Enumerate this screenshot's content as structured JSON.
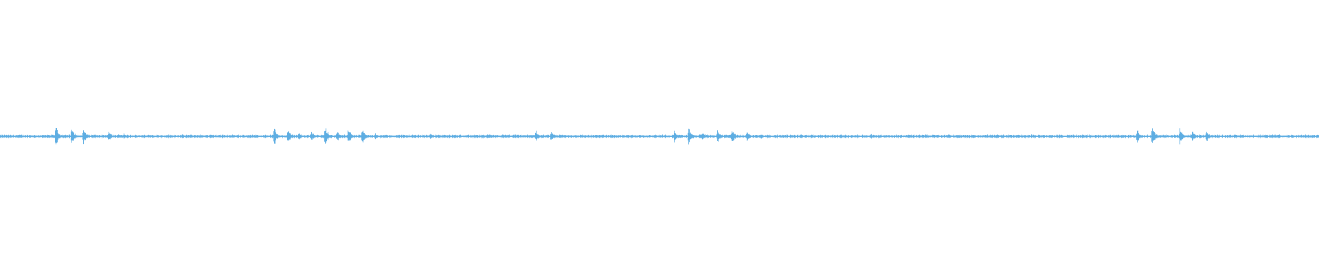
{
  "chart_data": {
    "type": "line",
    "title": "",
    "xlabel": "",
    "ylabel": "",
    "ylim": [
      -1,
      1
    ],
    "grid": false,
    "legend": "none",
    "color": "#5dade2",
    "background": "#ffffff",
    "baseline_amplitude": 0.012,
    "time_range": [
      0,
      1920
    ],
    "bursts": [
      {
        "t": 81,
        "amp": 0.11
      },
      {
        "t": 104,
        "amp": 0.1
      },
      {
        "t": 121,
        "amp": 0.08
      },
      {
        "t": 158,
        "amp": 0.05
      },
      {
        "t": 180,
        "amp": 0.03
      },
      {
        "t": 399,
        "amp": 0.09
      },
      {
        "t": 419,
        "amp": 0.07
      },
      {
        "t": 435,
        "amp": 0.04
      },
      {
        "t": 453,
        "amp": 0.06
      },
      {
        "t": 473,
        "amp": 0.11
      },
      {
        "t": 490,
        "amp": 0.06
      },
      {
        "t": 507,
        "amp": 0.1
      },
      {
        "t": 527,
        "amp": 0.09
      },
      {
        "t": 546,
        "amp": 0.03
      },
      {
        "t": 626,
        "amp": 0.03
      },
      {
        "t": 780,
        "amp": 0.06
      },
      {
        "t": 802,
        "amp": 0.05
      },
      {
        "t": 981,
        "amp": 0.07
      },
      {
        "t": 1002,
        "amp": 0.1
      },
      {
        "t": 1022,
        "amp": 0.05
      },
      {
        "t": 1044,
        "amp": 0.07
      },
      {
        "t": 1065,
        "amp": 0.08
      },
      {
        "t": 1087,
        "amp": 0.06
      },
      {
        "t": 1107,
        "amp": 0.03
      },
      {
        "t": 1267,
        "amp": 0.03
      },
      {
        "t": 1655,
        "amp": 0.07
      },
      {
        "t": 1677,
        "amp": 0.11
      },
      {
        "t": 1717,
        "amp": 0.08
      },
      {
        "t": 1735,
        "amp": 0.06
      },
      {
        "t": 1756,
        "amp": 0.06
      }
    ]
  }
}
